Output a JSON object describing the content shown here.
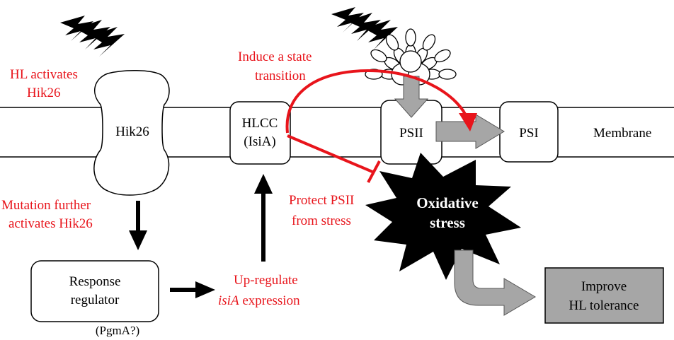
{
  "membrane_label": "Membrane",
  "hik26": {
    "label": "Hik26"
  },
  "hlcc": {
    "line1": "HLCC",
    "line2": "(IsiA)"
  },
  "psii": {
    "label": "PSII"
  },
  "psi": {
    "label": "PSI"
  },
  "response_regulator": {
    "line1": "Response",
    "line2": "regulator",
    "note": "(PgmA?)"
  },
  "oxidative_stress": {
    "line1": "Oxidative",
    "line2": "stress"
  },
  "improve_hl": {
    "line1": "Improve",
    "line2": "HL tolerance"
  },
  "annotations": {
    "hl_activates": {
      "line1": "HL activates",
      "line2": "Hik26"
    },
    "mutation": {
      "line1": "Mutation further",
      "line2": "activates Hik26"
    },
    "induce_state": {
      "line1": "Induce a state",
      "line2": "transition"
    },
    "protect_psii": {
      "line1": "Protect PSII",
      "line2": "from stress"
    },
    "upregulate": {
      "line1": "Up-regulate",
      "line2_gene": "isiA",
      "line2_rest": " expression"
    }
  },
  "colors": {
    "red": "#e8141b",
    "black": "#000000",
    "gray_arrow": "#a6a6a6",
    "gray_box": "#a6a6a6",
    "white": "#ffffff"
  },
  "icons": [
    "lightning-bolt-icon",
    "antenna-complex-icon"
  ]
}
